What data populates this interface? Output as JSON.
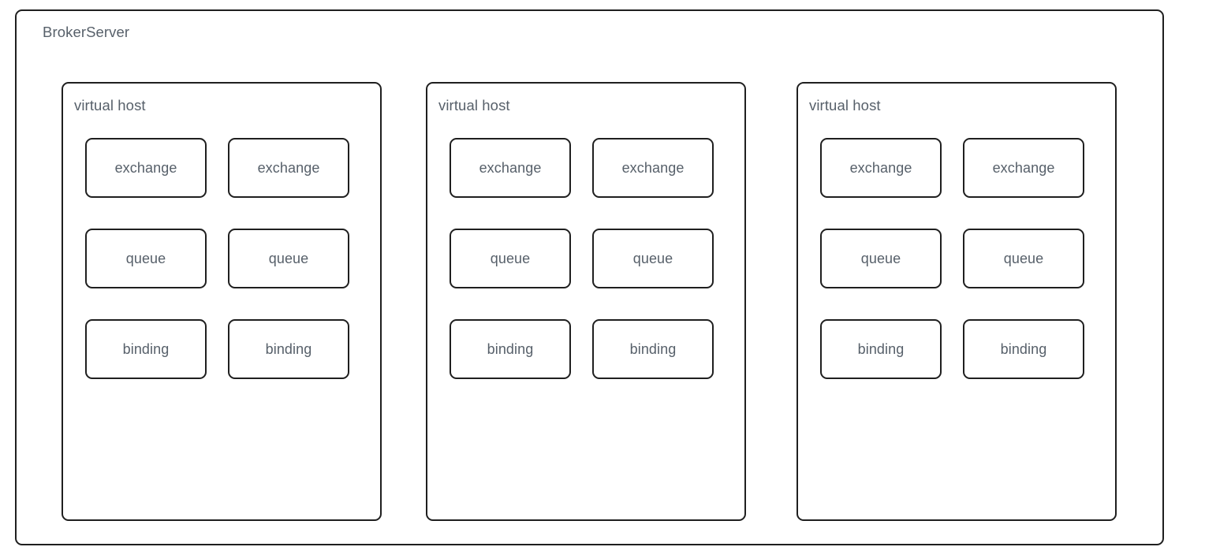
{
  "diagram": {
    "title": "BrokerServer",
    "background_color": "#ffffff",
    "border_color": "#1f1f1f",
    "text_color": "#57606a",
    "virtual_hosts": [
      {
        "label": "virtual host",
        "rows": [
          {
            "nodes": [
              {
                "label": "exchange"
              },
              {
                "label": "exchange"
              }
            ]
          },
          {
            "nodes": [
              {
                "label": "queue"
              },
              {
                "label": "queue"
              }
            ]
          },
          {
            "nodes": [
              {
                "label": "binding"
              },
              {
                "label": "binding"
              }
            ]
          }
        ]
      },
      {
        "label": "virtual host",
        "rows": [
          {
            "nodes": [
              {
                "label": "exchange"
              },
              {
                "label": "exchange"
              }
            ]
          },
          {
            "nodes": [
              {
                "label": "queue"
              },
              {
                "label": "queue"
              }
            ]
          },
          {
            "nodes": [
              {
                "label": "binding"
              },
              {
                "label": "binding"
              }
            ]
          }
        ]
      },
      {
        "label": "virtual host",
        "rows": [
          {
            "nodes": [
              {
                "label": "exchange"
              },
              {
                "label": "exchange"
              }
            ]
          },
          {
            "nodes": [
              {
                "label": "queue"
              },
              {
                "label": "queue"
              }
            ]
          },
          {
            "nodes": [
              {
                "label": "binding"
              },
              {
                "label": "binding"
              }
            ]
          }
        ]
      }
    ]
  }
}
